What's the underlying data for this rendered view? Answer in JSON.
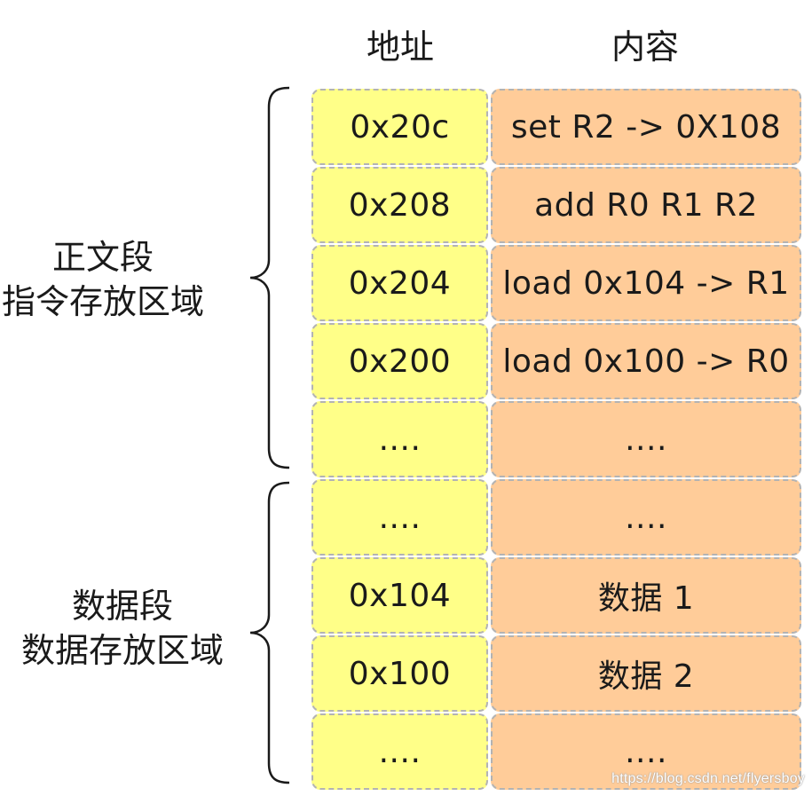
{
  "headers": {
    "address": "地址",
    "content": "内容"
  },
  "rows": [
    {
      "address": "0x20c",
      "content": "set R2 -> 0X108"
    },
    {
      "address": "0x208",
      "content": "add R0 R1 R2"
    },
    {
      "address": "0x204",
      "content": "load 0x104 -> R1"
    },
    {
      "address": "0x200",
      "content": "load 0x100 -> R0"
    },
    {
      "address": "....",
      "content": "...."
    },
    {
      "address": "....",
      "content": "...."
    },
    {
      "address": "0x104",
      "content": "数据 1"
    },
    {
      "address": "0x100",
      "content": "数据 2"
    },
    {
      "address": "....",
      "content": "...."
    }
  ],
  "segments": {
    "text": {
      "line1": "正文段",
      "line2": "指令存放区域"
    },
    "data": {
      "line1": "数据段",
      "line2": "数据存放区域"
    }
  },
  "colors": {
    "address_fill": "#ffff88",
    "content_fill": "#ffcc99",
    "border": "#b3b3b3"
  },
  "watermark": "https://blog.csdn.net/flyersboy"
}
